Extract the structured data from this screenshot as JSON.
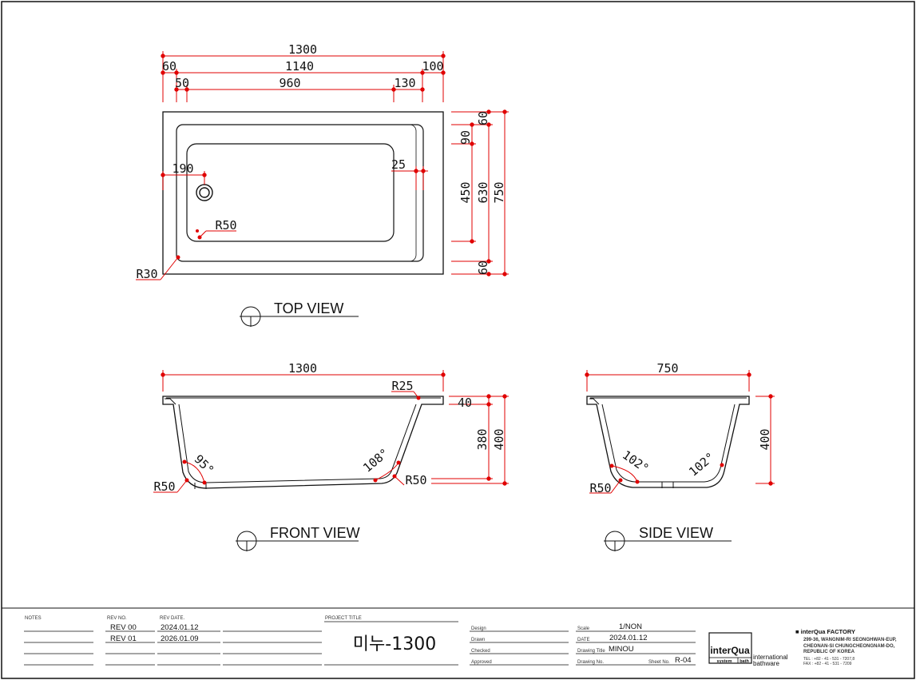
{
  "colors": {
    "dimension": "#e00000",
    "outline": "#111111",
    "background": "#ffffff"
  },
  "top_view": {
    "label": "TOP VIEW",
    "dims": {
      "overall_w": "1300",
      "left_flange": "60",
      "inner_w": "1140",
      "right_flange": "100",
      "left_offset": "50",
      "floor_w": "960",
      "right_offset": "130",
      "drain_x": "190",
      "gap_right": "25",
      "corner_r": "R50",
      "outer_r": "R30",
      "top_flange": "60",
      "top_gap": "90",
      "floor_h": "450",
      "inner_h": "630",
      "overall_h": "750",
      "bottom_flange": "60"
    }
  },
  "front_view": {
    "label": "FRONT VIEW",
    "dims": {
      "overall_w": "1300",
      "rim_r": "R25",
      "rim_h": "40",
      "depth": "380",
      "overall_h": "400",
      "angle_left": "95°",
      "angle_right": "108°",
      "bottom_r_left": "R50",
      "bottom_r_right": "R50"
    }
  },
  "side_view": {
    "label": "SIDE VIEW",
    "dims": {
      "overall_w": "750",
      "overall_h": "400",
      "angle_left": "102°",
      "angle_right": "102°",
      "bottom_r": "R50"
    }
  },
  "title_block": {
    "notes_label": "NOTES",
    "rev_no_label": "REV NO.",
    "rev_date_label": "REV DATE.",
    "revisions": [
      {
        "no": "REV 00",
        "date": "2024.01.12"
      },
      {
        "no": "REV 01",
        "date": "2026.01.09"
      }
    ],
    "project_title_label": "PROJECT TITLE",
    "project_title": "미누-1300",
    "roles": [
      "Design",
      "Drawn",
      "Checked",
      "Approved"
    ],
    "scale_label": "Scale",
    "scale": "1/NON",
    "date_label": "DATE",
    "date": "2024.01.12",
    "drawing_title_label": "Drawing Title",
    "drawing_title": "MINOU",
    "drawing_no_label": "Drawing No.",
    "sheet_no_label": "Sheet No.",
    "sheet_no": "R-04",
    "logo": {
      "brand": "interQua",
      "line1": "system",
      "line2": "bath",
      "side1": "international",
      "side2": "bathware"
    },
    "factory": {
      "name": "■ interQua  FACTORY",
      "address": [
        "299-36, WANGNIM-RI SEONGHWAN-EUP,",
        "CHEONAN-SI CHUNGCHEONGNAM-DO,",
        "REPUBLIC OF KOREA"
      ],
      "tel": "TEL : +82 - 41 - 531 - 7207,8",
      "fax": "FAX : +82 - 41 - 531 - 7209"
    }
  }
}
